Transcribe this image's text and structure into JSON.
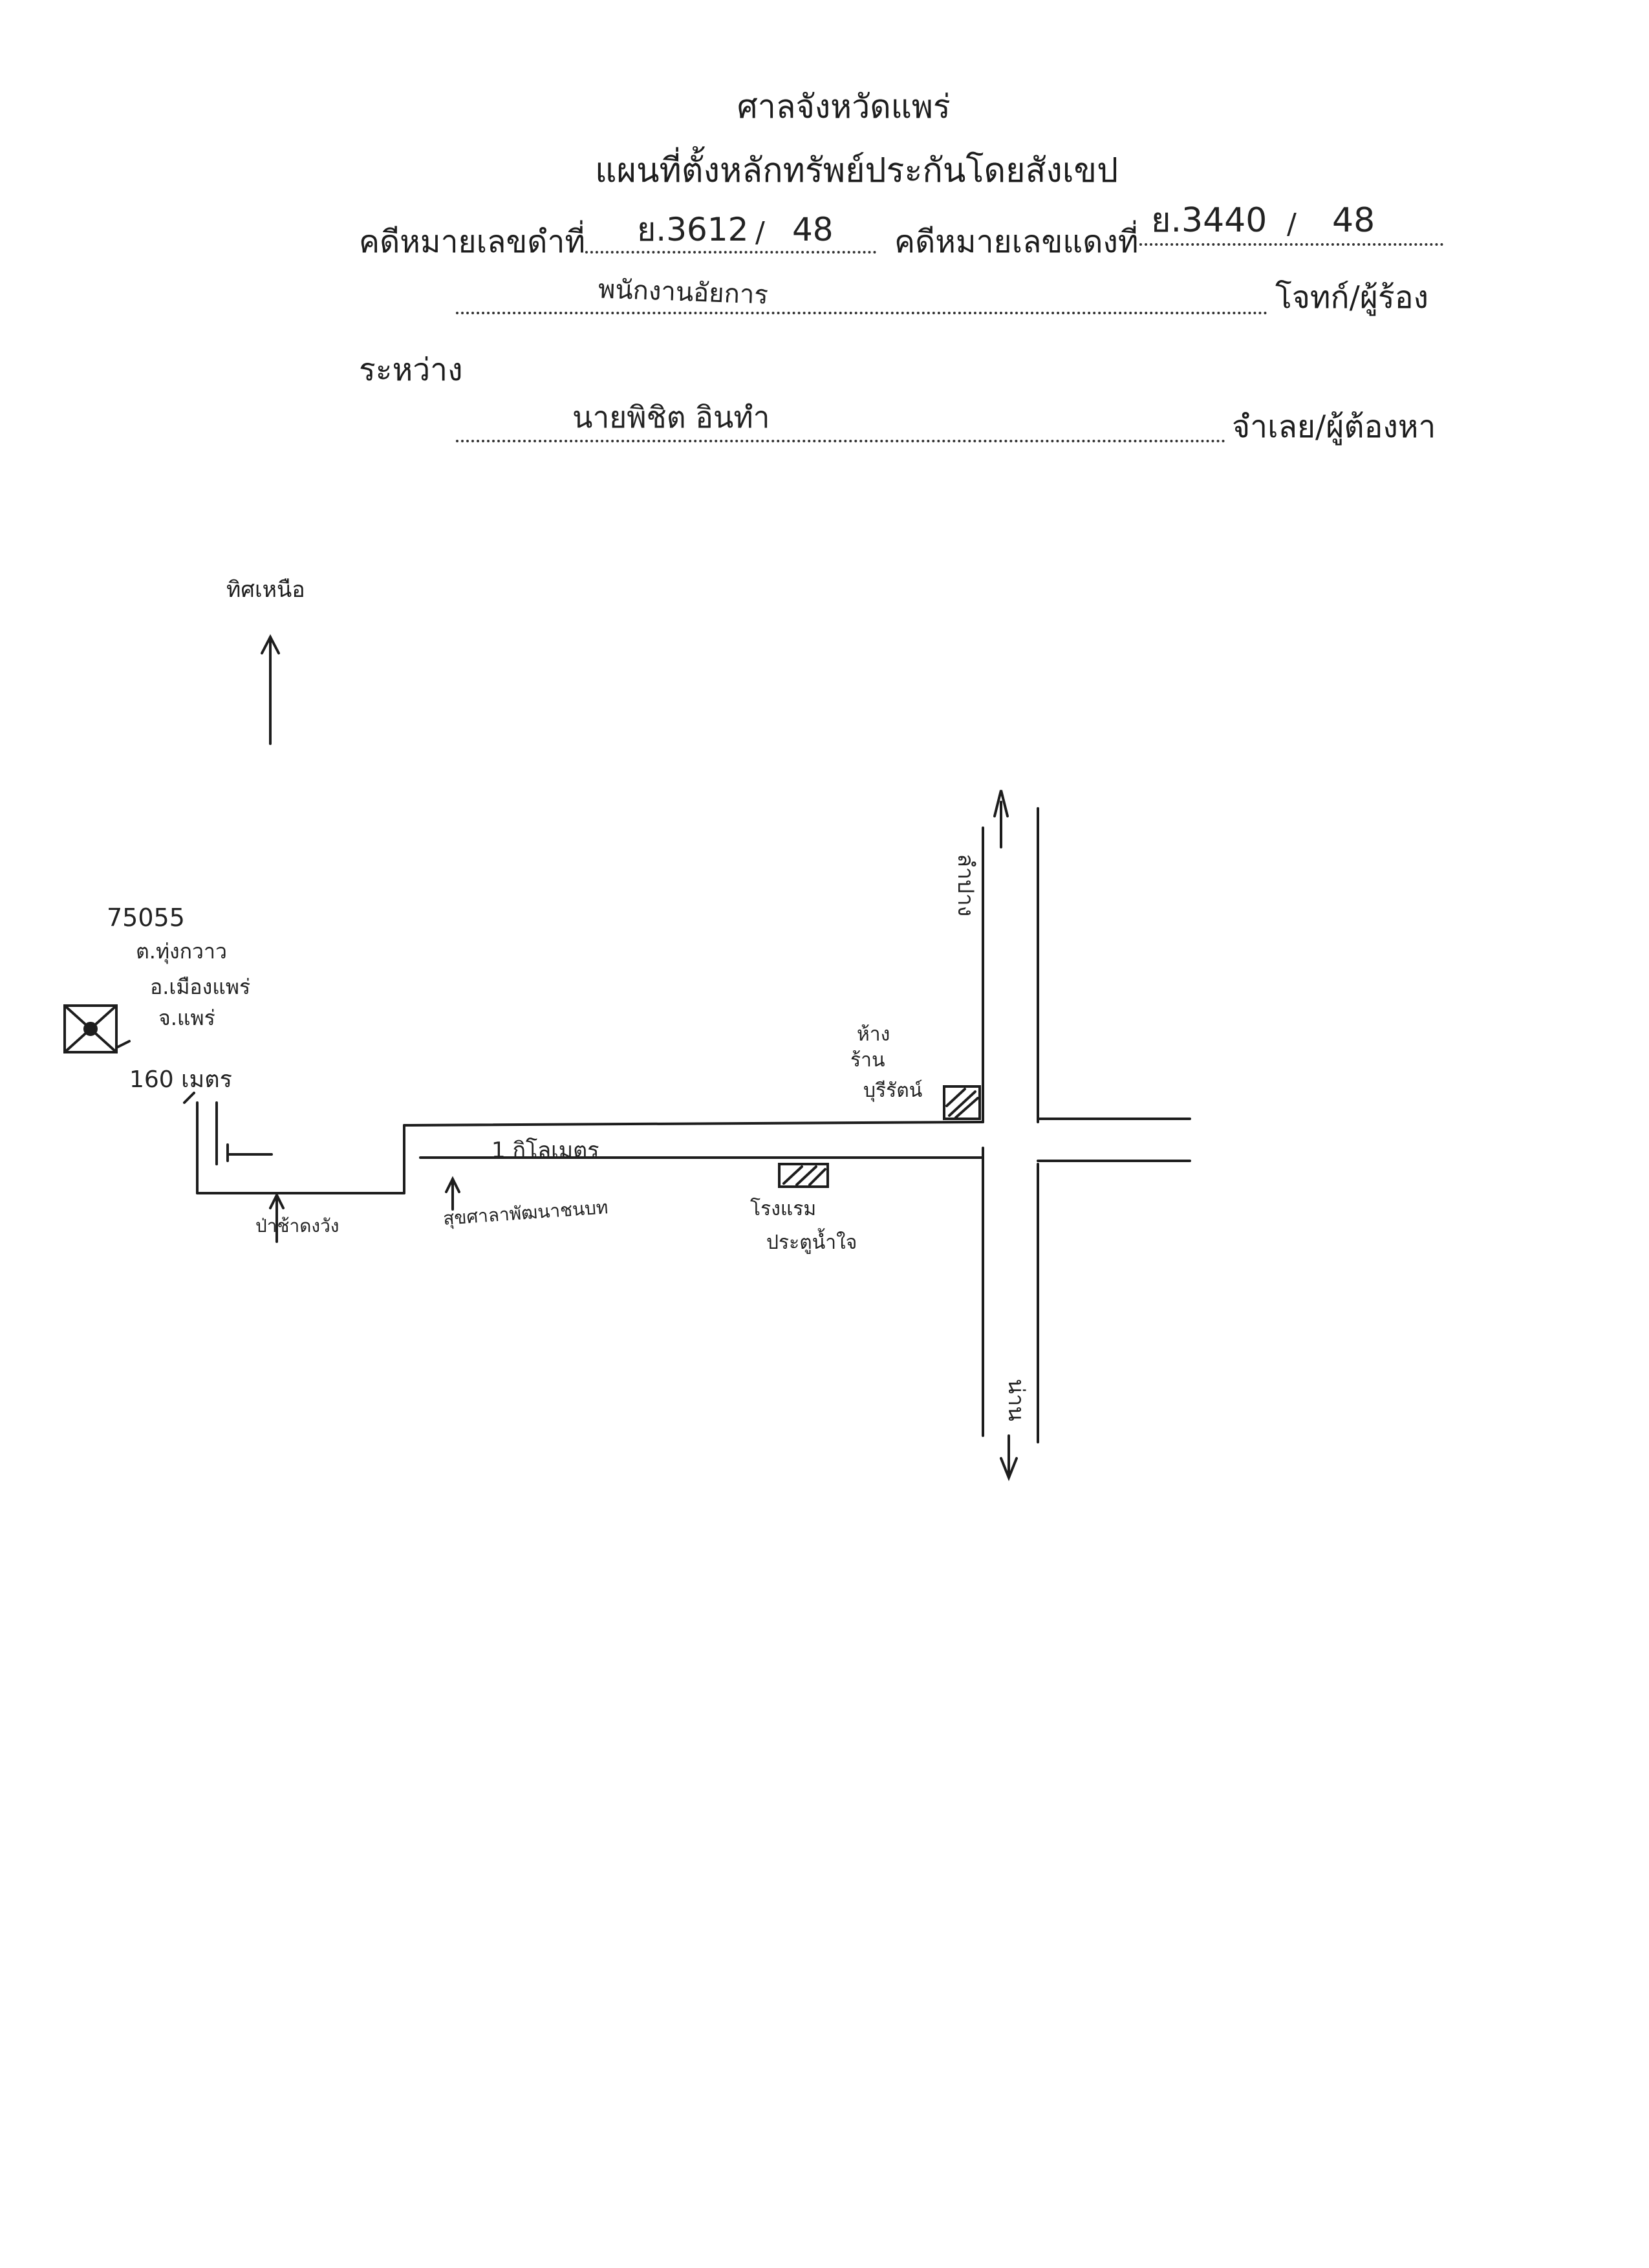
{
  "header": {
    "court": "ศาลจังหวัดแพร่",
    "title": "แผนที่ตั้งหลักทรัพย์ประกันโดยสังเขป",
    "black_case_label": "คดีหมายเลขดำที่",
    "black_case_number": "ย.3612",
    "black_case_year": "48",
    "red_case_label": "คดีหมายเลขแดงที่",
    "red_case_number": "ย.3440",
    "red_case_year": "48",
    "plaintiff_value": "พนักงานอัยการ",
    "plaintiff_label": "โจทก์/ผู้ร้อง",
    "between_label": "ระหว่าง",
    "defendant_value": "นายพิชิต อินทำ",
    "defendant_label": "จำเลย/ผู้ต้องหา"
  },
  "map": {
    "north_label": "ทิศเหนือ",
    "address_lines": [
      "75055",
      "ต.ทุ่งกวาว",
      "อ.เมืองแพร่",
      "จ.แพร่"
    ],
    "distance_short": "160 เมตร",
    "distance_long": "1 กิโลเมตร",
    "label_cemetery": "ป่าช้าดงวัง",
    "label_dispensary": "สุขศาลาพัฒนาชนบท",
    "label_hotel": [
      "โรงแรม",
      "ประตูน้ำใจ"
    ],
    "label_shop": [
      "ห้าง",
      "ร้าน",
      "บุรีรัตน์"
    ],
    "road_north": "ลำปาง",
    "road_south": "น่าน"
  }
}
